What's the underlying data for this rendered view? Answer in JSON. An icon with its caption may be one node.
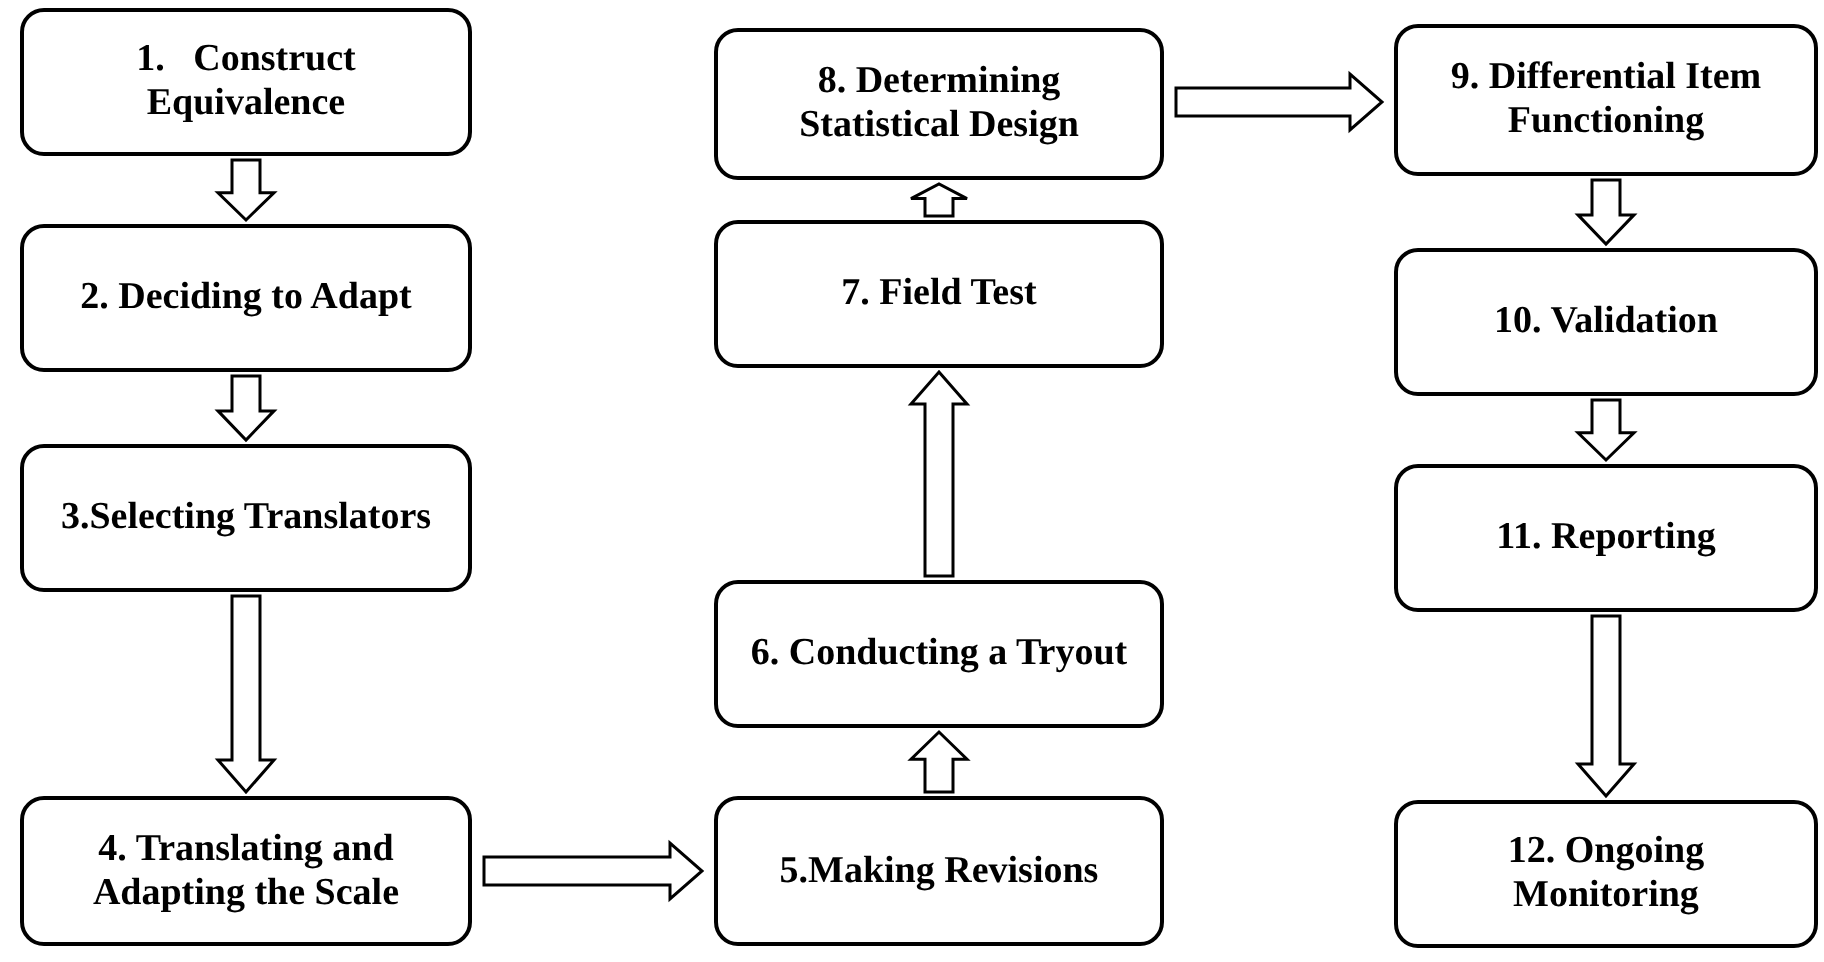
{
  "diagram": {
    "nodes": [
      {
        "text": [
          "1.   Construct Equivalence"
        ]
      },
      {
        "text": [
          "2. Deciding to Adapt"
        ]
      },
      {
        "text": [
          "3.Selecting Translators"
        ]
      },
      {
        "text": [
          "4. Translating and Adapting the Scale"
        ]
      },
      {
        "text": [
          "5.Making Revisions"
        ]
      },
      {
        "text": [
          "6. Conducting a Tryout"
        ]
      },
      {
        "text": [
          "7. Field Test"
        ]
      },
      {
        "text": [
          "8. Determining Statistical Design"
        ]
      },
      {
        "text": [
          "9. Differential Item Functioning"
        ]
      },
      {
        "text": [
          "10. Validation"
        ]
      },
      {
        "text": [
          "11. Reporting"
        ]
      },
      {
        "text": [
          "12. Ongoing Monitoring"
        ]
      }
    ],
    "edges": [
      {
        "from": 0,
        "to": 1,
        "arrow": "to"
      },
      {
        "from": 1,
        "to": 2,
        "arrow": "to"
      },
      {
        "from": 2,
        "to": 3,
        "arrow": "to"
      },
      {
        "from": 3,
        "to": 4,
        "arrow": "to"
      },
      {
        "from": 4,
        "to": 5,
        "arrow": "to"
      },
      {
        "from": 5,
        "to": 6,
        "arrow": "to"
      },
      {
        "from": 6,
        "to": 7,
        "arrow": "to"
      },
      {
        "from": 7,
        "to": 8,
        "arrow": "to"
      },
      {
        "from": 8,
        "to": 9,
        "arrow": "to"
      },
      {
        "from": 9,
        "to": 10,
        "arrow": "to"
      },
      {
        "from": 10,
        "to": 11,
        "arrow": "to"
      }
    ]
  }
}
